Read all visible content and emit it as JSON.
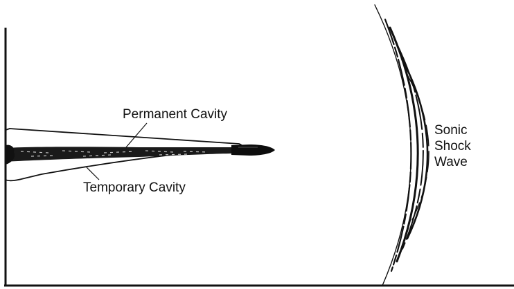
{
  "labels": {
    "permanent_cavity": "Permanent Cavity",
    "temporary_cavity": "Temporary Cavity",
    "shock_wave": {
      "line1": "Sonic",
      "line2": "Shock",
      "line3": "Wave"
    }
  },
  "colors": {
    "ink": "#111111",
    "background": "#ffffff"
  }
}
